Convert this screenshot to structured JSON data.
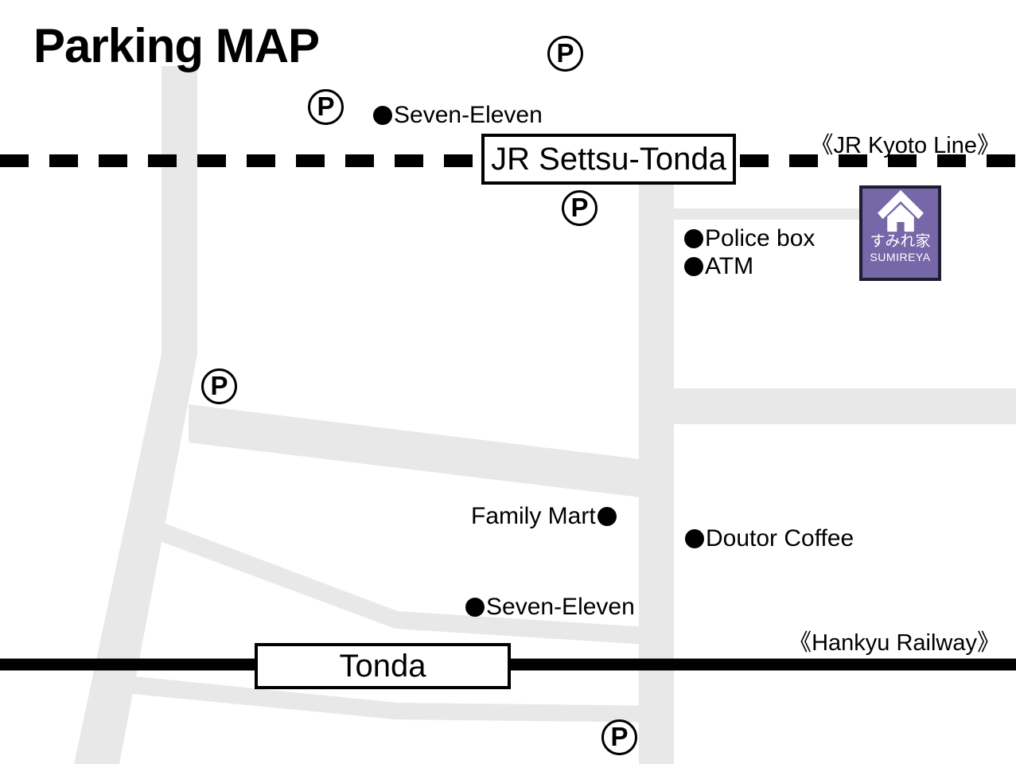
{
  "title": "Parking MAP",
  "parking_symbol": "P",
  "jr_line": {
    "label": "《JR Kyoto Line》",
    "station": "JR Settsu-Tonda"
  },
  "hankyu_line": {
    "label": "《Hankyu Railway》",
    "station": "Tonda"
  },
  "pois": {
    "seven_eleven_north": "Seven-Eleven",
    "police_box": "Police box",
    "atm": "ATM",
    "family_mart": "Family Mart",
    "doutor_coffee": "Doutor Coffee",
    "seven_eleven_south": "Seven-Eleven"
  },
  "destination": {
    "name_jp": "すみれ家",
    "name_en": "SUMIREYA"
  },
  "colors": {
    "road": "#e8e8e8",
    "rail": "#000000",
    "destination_bg": "#7668a8",
    "destination_border": "#1e1e32"
  }
}
